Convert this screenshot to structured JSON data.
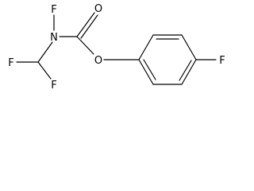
{
  "molecule": {
    "atoms": {
      "F_top": "F",
      "N": "N",
      "O_carbonyl": "O",
      "O_ester": "O",
      "F_left": "F",
      "F_right": "F",
      "F_para": "F"
    }
  },
  "colors": {
    "bond": "#000000",
    "text": "#000000",
    "background": "#ffffff"
  }
}
